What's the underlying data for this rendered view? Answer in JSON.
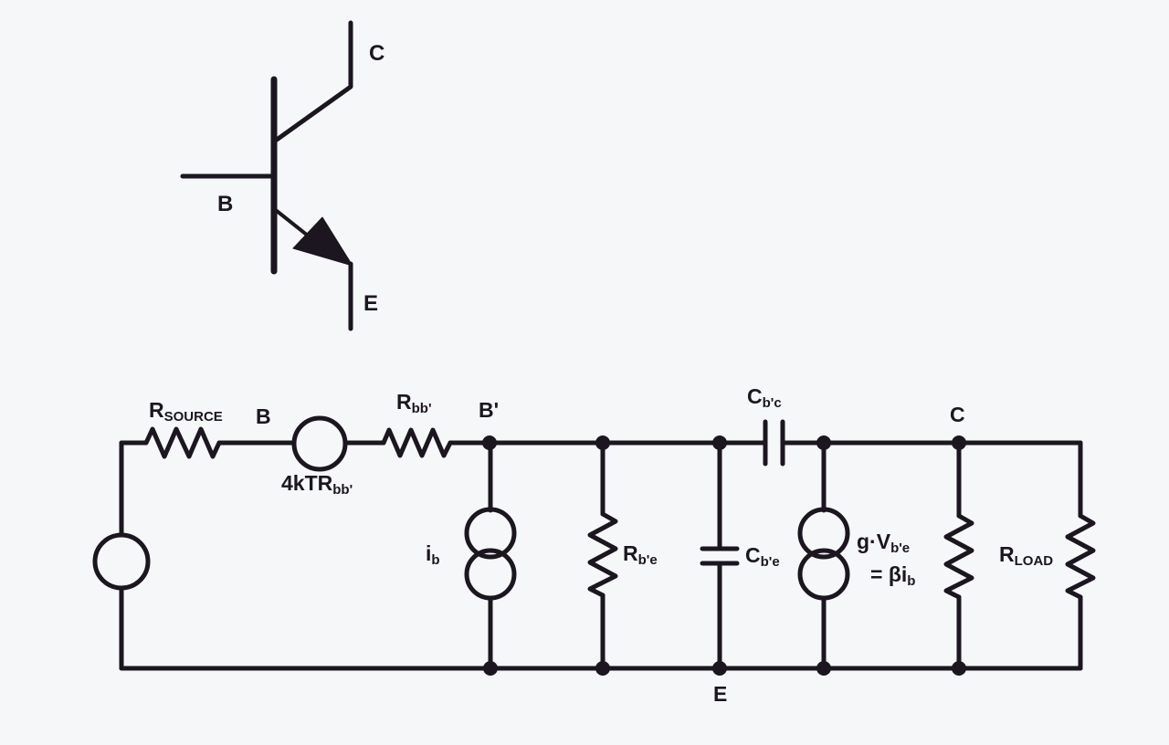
{
  "colors": {
    "background": "#f6f7f9",
    "line": "#1b161f",
    "text": "#1b161f"
  },
  "transistor_symbol": {
    "collector": "C",
    "base": "B",
    "emitter": "E"
  },
  "equivalent_circuit": {
    "nodes": {
      "b": "B",
      "b_prime": "B'",
      "c": "C",
      "e": "E"
    },
    "components": {
      "r_source": {
        "main": "R",
        "sub": "SOURCE"
      },
      "noise_source": {
        "main": "4kTR",
        "sub": "bb'"
      },
      "r_bb": {
        "main": "R",
        "sub": "bb'"
      },
      "i_b_source": {
        "main": "i",
        "sub": "b"
      },
      "r_be": {
        "main": "R",
        "sub": "b'e"
      },
      "c_be": {
        "main": "C",
        "sub": "b'e"
      },
      "c_bc": {
        "main": "C",
        "sub": "b'c"
      },
      "gm_source_line1": {
        "main": "g·V",
        "sub": "b'e"
      },
      "gm_source_line2": {
        "main": "= βi",
        "sub": "b"
      },
      "r_load": {
        "main": "R",
        "sub": "LOAD"
      }
    }
  }
}
